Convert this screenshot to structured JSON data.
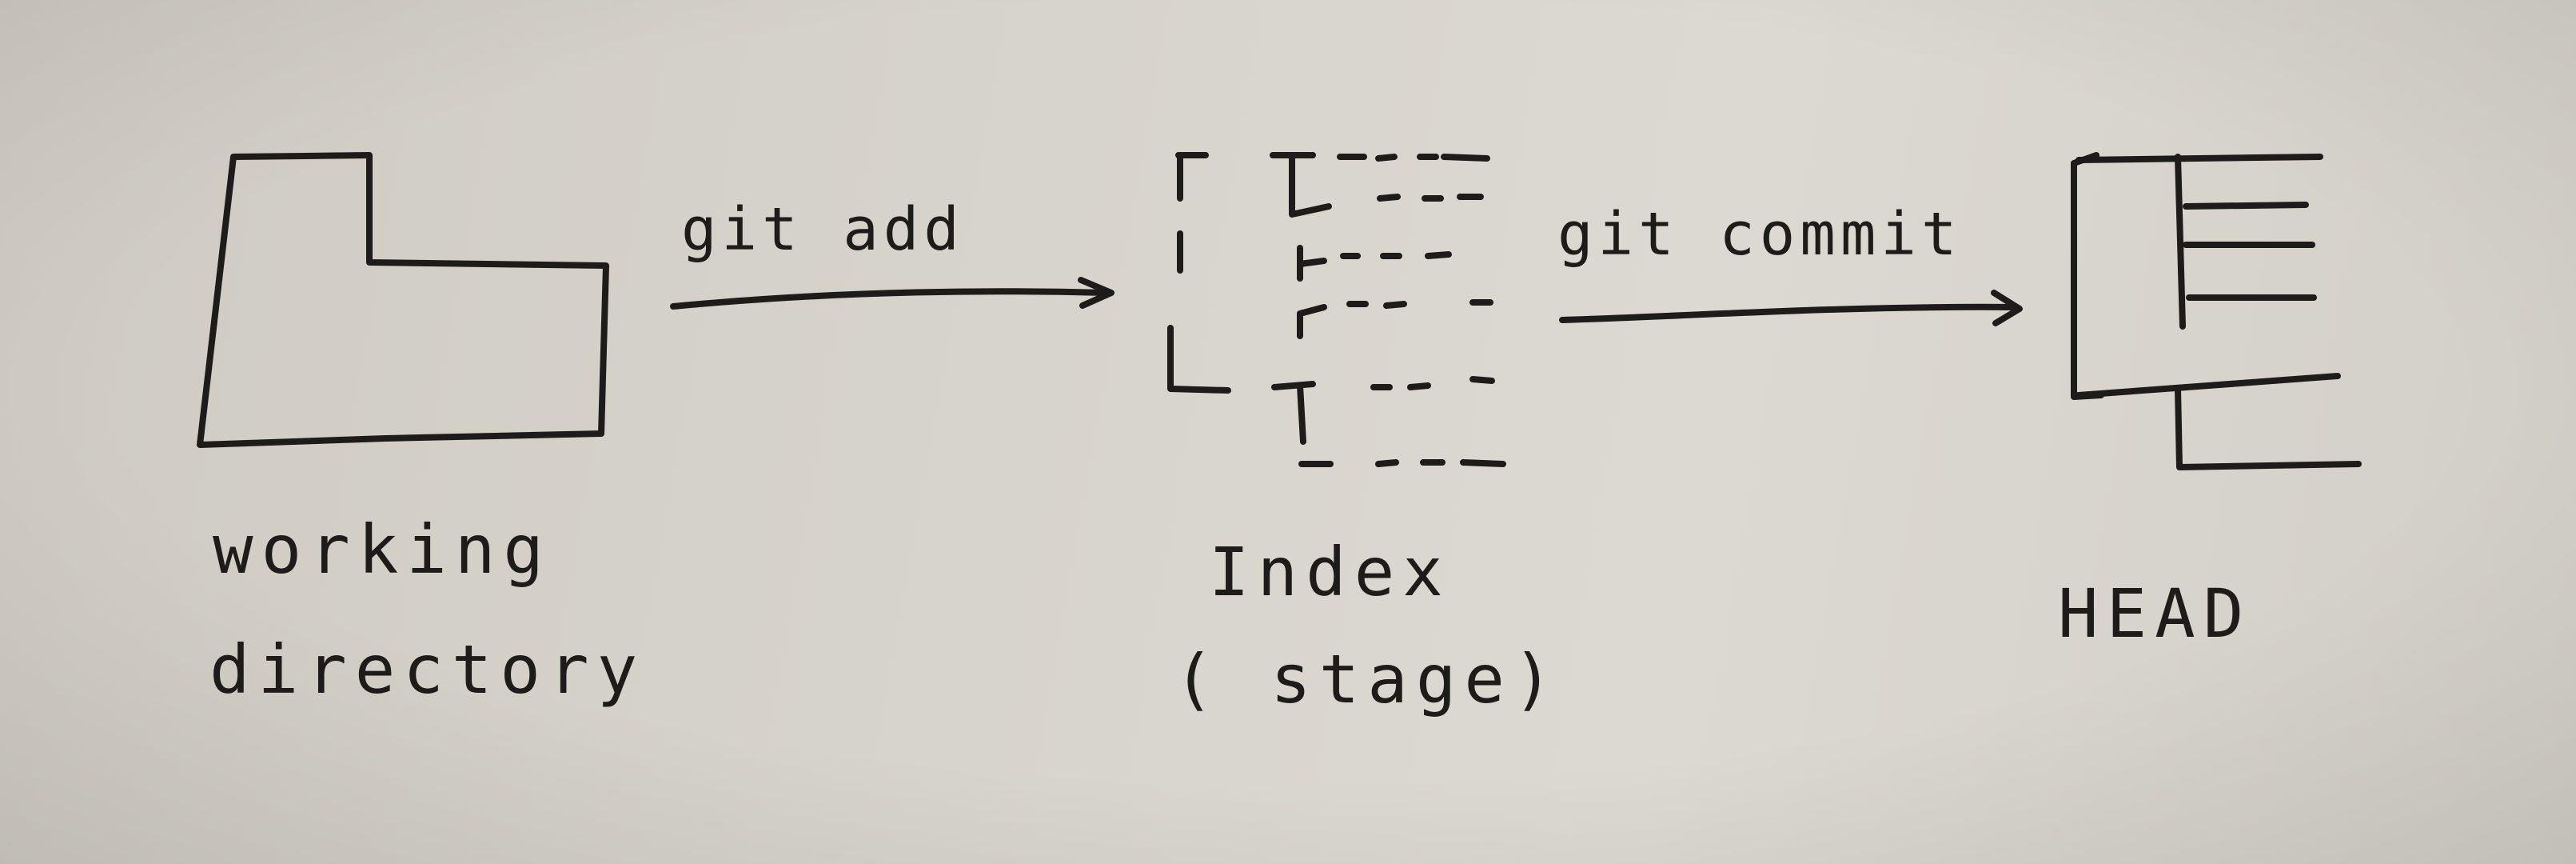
{
  "labels": {
    "git_add": "git add",
    "git_commit": "git commit",
    "working_line1": "working",
    "working_line2": "directory",
    "index_line1": "Index",
    "index_line2": "( stage)",
    "head": "HEAD"
  },
  "colors": {
    "ink": "#1e1c1a",
    "paper": "#d6d3cb"
  },
  "icons": {
    "working_directory": "folder-shape-icon",
    "index": "staging-tree-icon",
    "head": "commit-tree-icon",
    "arrow_add": "arrow-right-icon",
    "arrow_commit": "arrow-right-icon"
  }
}
